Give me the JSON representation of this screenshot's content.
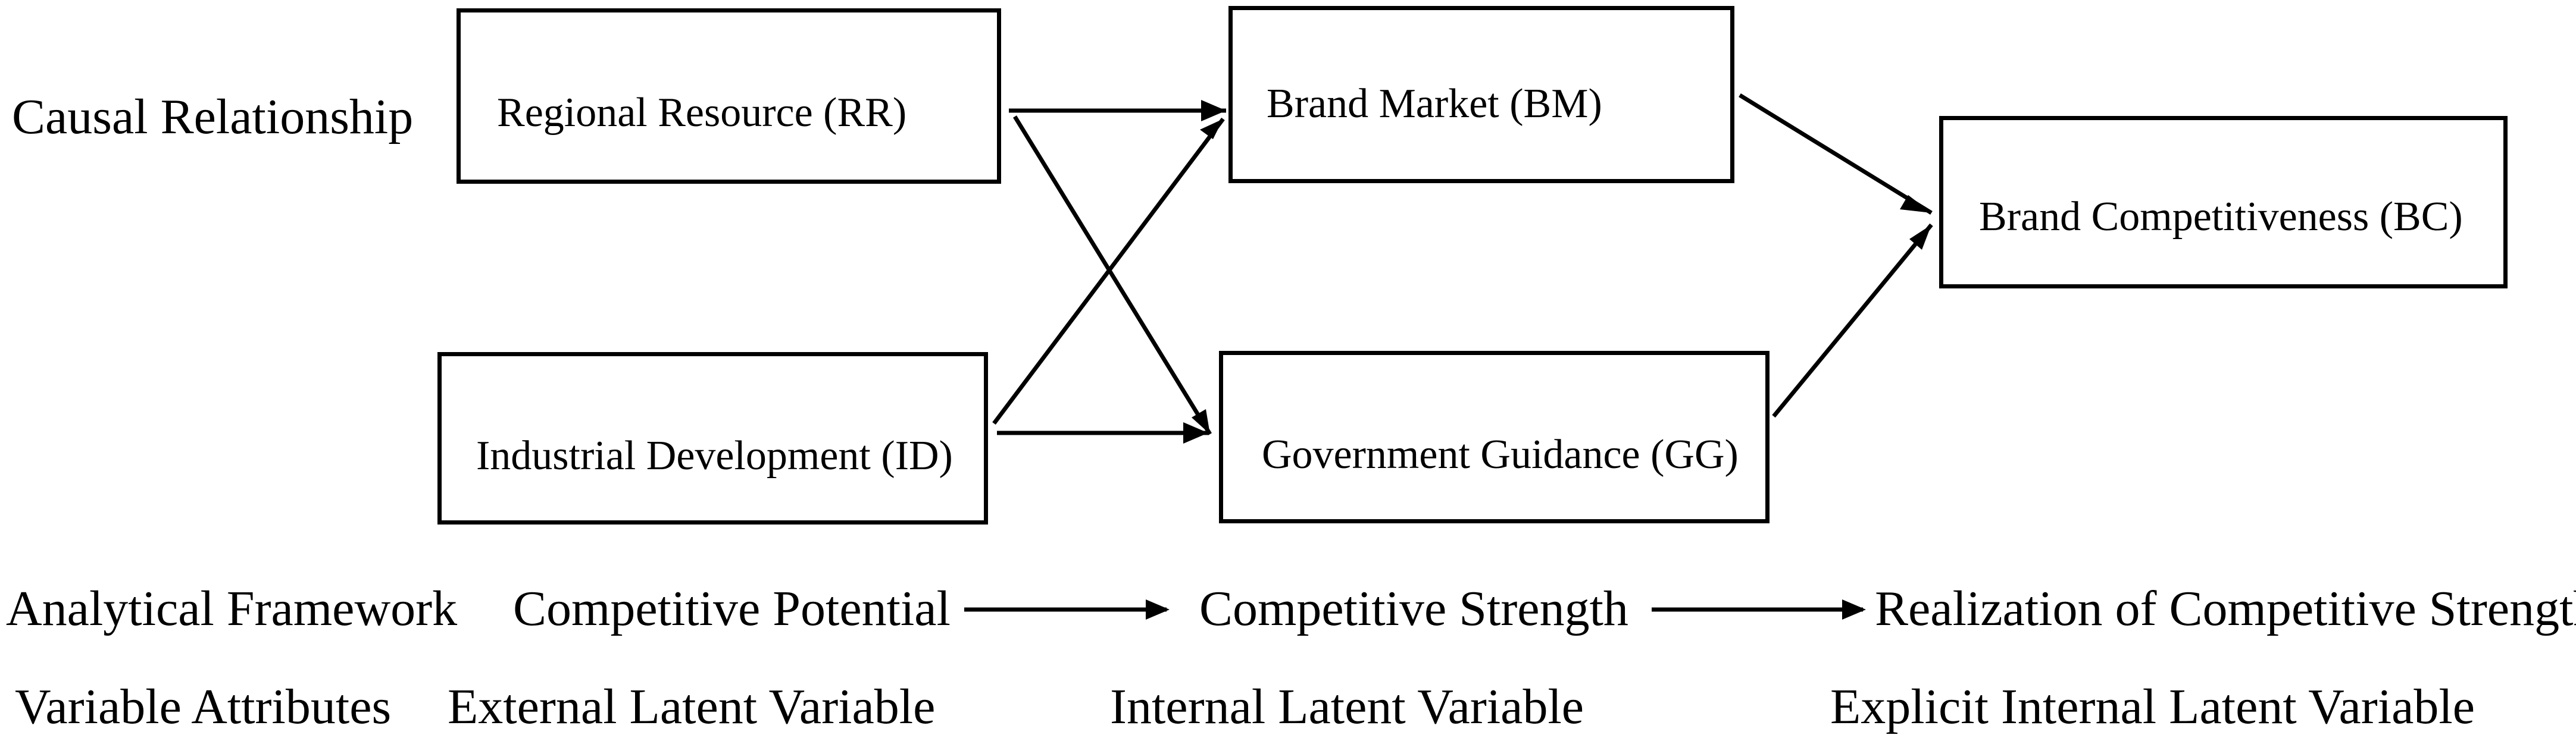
{
  "row_labels": {
    "causal": "Causal Relationship",
    "framework": "Analytical Framework",
    "attributes": "Variable Attributes"
  },
  "nodes": {
    "rr": "Regional Resource (RR)",
    "id": "Industrial Development (ID)",
    "bm": "Brand Market (BM)",
    "gg": "Government Guidance (GG)",
    "bc": "Brand Competitiveness (BC)"
  },
  "framework": {
    "stage1": "Competitive Potential",
    "stage2": "Competitive Strength",
    "stage3": "Realization of Competitive Strength"
  },
  "attributes": {
    "attr1": "External Latent Variable",
    "attr2": "Internal Latent Variable",
    "attr3": "Explicit Internal Latent Variable"
  },
  "edges": [
    {
      "from": "rr",
      "to": "bm"
    },
    {
      "from": "rr",
      "to": "gg"
    },
    {
      "from": "id",
      "to": "bm"
    },
    {
      "from": "id",
      "to": "gg"
    },
    {
      "from": "bm",
      "to": "bc"
    },
    {
      "from": "gg",
      "to": "bc"
    }
  ],
  "colors": {
    "line": "#000000",
    "text": "#000000",
    "background": "#ffffff"
  }
}
